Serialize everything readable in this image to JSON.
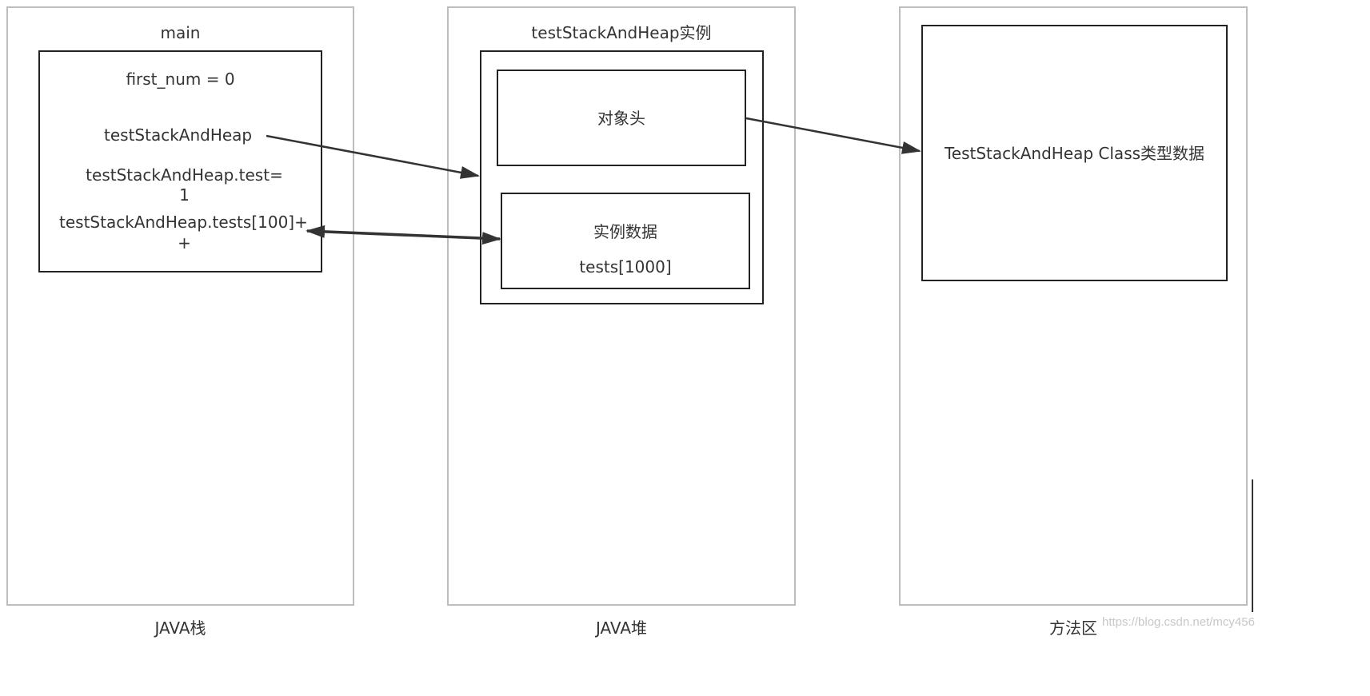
{
  "stack": {
    "caption": "JAVA栈",
    "frame_title": "main",
    "vars": {
      "first_num": "first_num = 0",
      "ref": "testStackAndHeap",
      "test_line1": "testStackAndHeap.test=",
      "test_line2": "1",
      "tests_line1": "testStackAndHeap.tests[100]+",
      "tests_line2": "+"
    }
  },
  "heap": {
    "caption": "JAVA堆",
    "instance_title": "testStackAndHeap实例",
    "header": "对象头",
    "instance_data": "实例数据",
    "tests_array": "tests[1000]"
  },
  "method_area": {
    "caption": "方法区",
    "class_data": "TestStackAndHeap Class类型数据"
  },
  "watermark": "https://blog.csdn.net/mcy456",
  "colors": {
    "region_border": "#bdbdbd",
    "box_border": "#222222",
    "arrow": "#333333",
    "text": "#333333"
  }
}
